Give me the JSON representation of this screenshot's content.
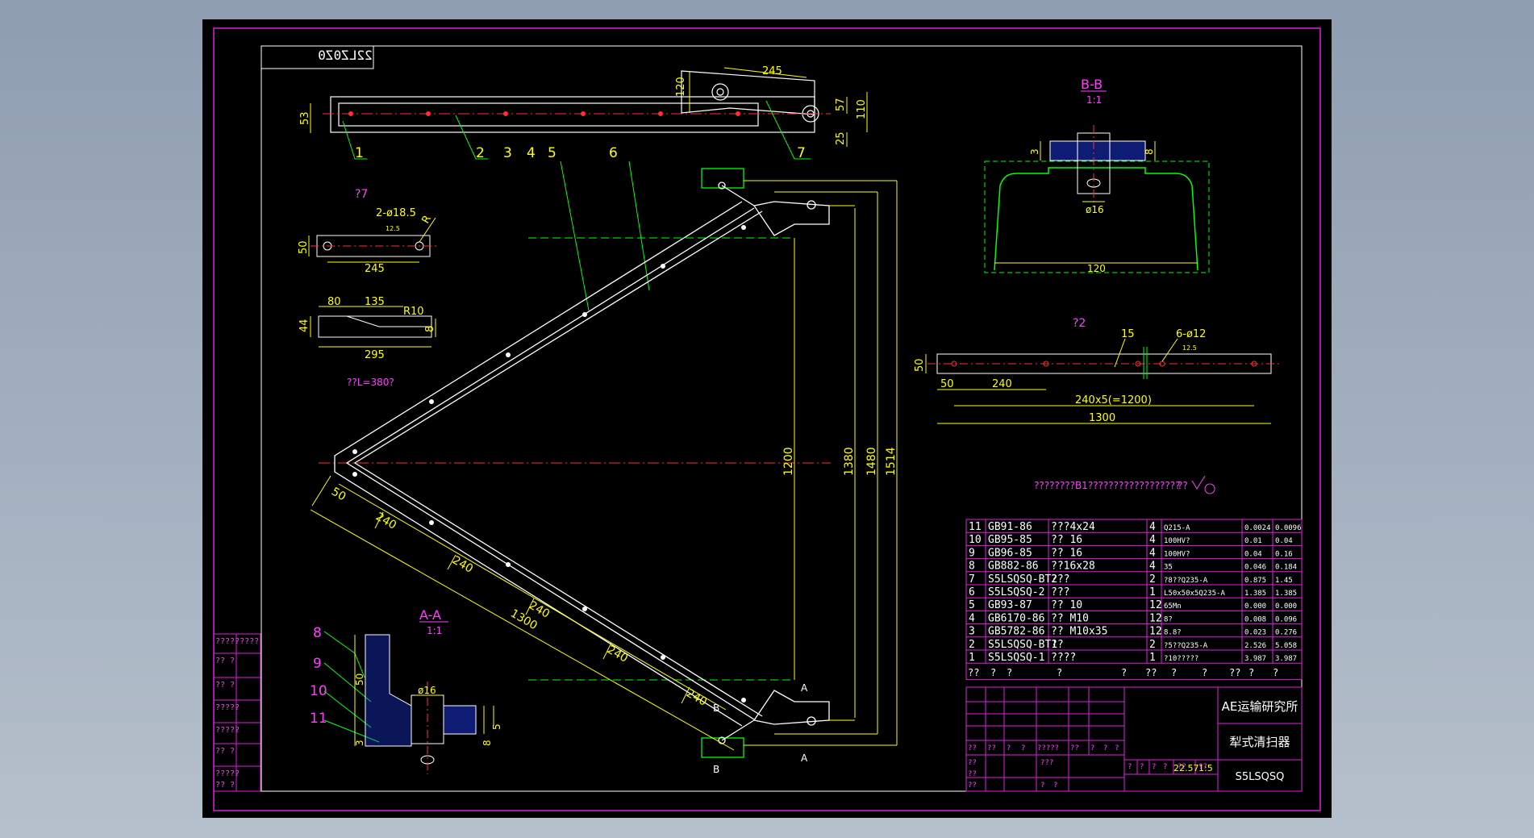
{
  "colors": {
    "frame": "#e020e0",
    "outline": "#ffffff",
    "dimension": "#ffff00",
    "centerline": "#ff3030",
    "leader": "#00ff00",
    "hatch": "#2040ff",
    "label": "#ff40ff",
    "paper": "#000000"
  },
  "drawing_code": "22LZ0Z0",
  "views": {
    "bb": {
      "title": "B-B",
      "scale": "1:1",
      "dims": {
        "w": "120",
        "hole": "ø16",
        "h1": "3",
        "h2": "8"
      }
    },
    "a": {
      "title": "A-A",
      "scale": "1:1",
      "dims": {
        "hole": "ø16",
        "h": "50",
        "t": "3",
        "s": "8",
        "m": "5"
      }
    },
    "part2": {
      "label": "?2",
      "dims": {
        "h": "50",
        "first": "50",
        "pitch": "240",
        "series": "240x5(=1200)",
        "total": "1300",
        "holes": "6-ø12",
        "tol": "12.5",
        "marker": "15"
      }
    },
    "part7": {
      "label": "?7",
      "dims": {
        "holes": "2-ø18.5",
        "tol": "12.5",
        "r": "R",
        "h": "50",
        "w": "245"
      }
    },
    "blank": {
      "dims": {
        "a": "80",
        "b": "135",
        "r": "R10",
        "t": "8",
        "h": "44",
        "w": "295"
      },
      "note": "??L=380?"
    }
  },
  "top_view_dims": {
    "d245": "245",
    "d120": "120",
    "d53": "53",
    "d57": "57",
    "d110": "110",
    "d25": "25"
  },
  "main_dims": {
    "d50": "50",
    "d240a": "240",
    "d240b": "240",
    "d240c": "240",
    "d240d": "240",
    "d240e": "240",
    "d1300": "1300",
    "d1200": "1200",
    "d1380": "1380",
    "d1480": "1480",
    "d1514": "1514"
  },
  "section_marks": {
    "a1": "A",
    "a2": "A",
    "b1": "B",
    "b2": "B"
  },
  "balloons": [
    "1",
    "2",
    "3",
    "4",
    "5",
    "6",
    "7",
    "8",
    "9",
    "10",
    "11"
  ],
  "note": "????????B1??????????????????",
  "surface_note": "??",
  "bom": [
    {
      "no": "11",
      "code": "GB91-86",
      "name": "???4x24",
      "qty": "4",
      "mat": "Q215-A",
      "w1": "0.0024",
      "w2": "0.0096"
    },
    {
      "no": "10",
      "code": "GB95-85",
      "name": "?? 16",
      "qty": "4",
      "mat": "100HV?",
      "w1": "0.01",
      "w2": "0.04"
    },
    {
      "no": "9",
      "code": "GB96-85",
      "name": "?? 16",
      "qty": "4",
      "mat": "100HV?",
      "w1": "0.04",
      "w2": "0.16"
    },
    {
      "no": "8",
      "code": "GB882-86",
      "name": "??16x28",
      "qty": "4",
      "mat": "35",
      "w1": "0.046",
      "w2": "0.184"
    },
    {
      "no": "7",
      "code": "S5LSQSQ-BT2",
      "name": "???",
      "qty": "2",
      "mat": "?8??Q235-A",
      "w1": "0.875",
      "w2": "1.45"
    },
    {
      "no": "6",
      "code": "S5LSQSQ-2",
      "name": "???",
      "qty": "1",
      "mat": "L50x50x5Q235-A",
      "w1": "1.385",
      "w2": "1.385"
    },
    {
      "no": "5",
      "code": "GB93-87",
      "name": "?? 10",
      "qty": "12",
      "mat": "65Mn",
      "w1": "0.000",
      "w2": "0.000"
    },
    {
      "no": "4",
      "code": "GB6170-86",
      "name": "?? M10",
      "qty": "12",
      "mat": "8?",
      "w1": "0.008",
      "w2": "0.096"
    },
    {
      "no": "3",
      "code": "GB5782-86",
      "name": "?? M10x35",
      "qty": "12",
      "mat": "8.8?",
      "w1": "0.023",
      "w2": "0.276"
    },
    {
      "no": "2",
      "code": "S5LSQSQ-BT1",
      "name": "??",
      "qty": "2",
      "mat": "?5??Q235-A",
      "w1": "2.526",
      "w2": "5.058"
    },
    {
      "no": "1",
      "code": "S5LSQSQ-1",
      "name": "????",
      "qty": "1",
      "mat": "?10?????",
      "w1": "3.987",
      "w2": "3.987"
    }
  ],
  "bom_header": [
    "??",
    "?",
    "?",
    "?",
    "?",
    "??",
    "?",
    "?",
    "??",
    "?",
    "?"
  ],
  "title_block": {
    "org": "AE运输研究所",
    "name": "犁式清扫器",
    "code": "S5LSQSQ",
    "weight": "22.57",
    "scale": "1:5",
    "rev_header": [
      "??",
      "??",
      "?",
      "?",
      "?????",
      "??",
      "?",
      "?",
      "?"
    ],
    "row_a": [
      "??",
      "???",
      "??",
      "??"
    ],
    "row_b": [
      "??",
      "?",
      "?",
      "?",
      "?"
    ],
    "row_c": [
      "??",
      "?",
      "?"
    ]
  },
  "side_stamps": [
    "?????????",
    "?? ?",
    "?? ?",
    "?????",
    "?????",
    "?? ?",
    "?????",
    "?? ?"
  ]
}
